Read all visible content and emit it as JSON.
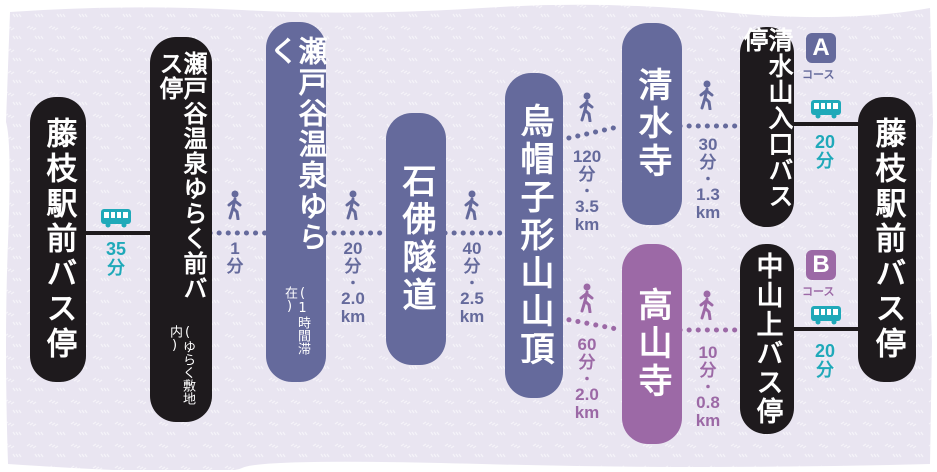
{
  "colors": {
    "dark": "#1e1a1d",
    "navy": "#656a9c",
    "purple": "#9c69a6",
    "teal": "#1fa9b9",
    "background": "#e9e5f1"
  },
  "stops": {
    "fujieda_start": "藤枝駅前バス停",
    "setoya_busstop": "瀬戸谷温泉ゆらく前バス停",
    "setoya_busstop_note": "(ゆらく敷地内)",
    "setoya_onsen": "瀬戸谷温泉ゆらく",
    "setoya_onsen_note": "(1時間滞在)",
    "sekibutsu": "石佛隧道",
    "eboshi": "烏帽子形山山頂",
    "seisuiji": "清水寺",
    "takayamadera": "高山寺",
    "shimizu_busstop": "清水山入口バス停",
    "nakayama_busstop": "中山上バス停",
    "fujieda_end": "藤枝駅前バス停"
  },
  "legs": {
    "bus_start": [
      "35",
      "分"
    ],
    "walk_1": [
      "1",
      "分"
    ],
    "walk_2": [
      "20",
      "分",
      "・",
      "2.0",
      "km"
    ],
    "walk_3": [
      "40",
      "分",
      "・",
      "2.5",
      "km"
    ],
    "walk_a1": [
      "120",
      "分",
      "・",
      "3.5",
      "km"
    ],
    "walk_a2": [
      "30",
      "分",
      "・",
      "1.3",
      "km"
    ],
    "walk_b1": [
      "60",
      "分",
      "・",
      "2.0",
      "km"
    ],
    "walk_b2": [
      "10",
      "分",
      "・",
      "0.8",
      "km"
    ],
    "bus_a": [
      "20",
      "分"
    ],
    "bus_b": [
      "20",
      "分"
    ]
  },
  "courses": {
    "a": {
      "letter": "A",
      "label": "コース"
    },
    "b": {
      "letter": "B",
      "label": "コース"
    }
  },
  "icons": {
    "walk": "walking-person-icon",
    "bus": "bus-icon"
  }
}
